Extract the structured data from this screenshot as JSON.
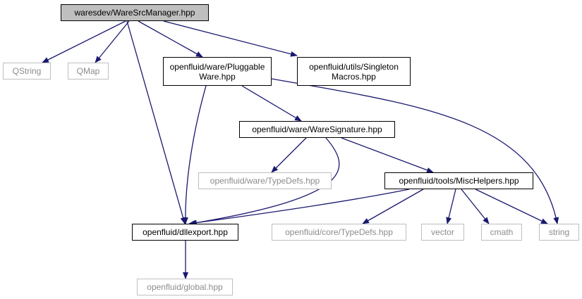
{
  "colors": {
    "edge": "#191970",
    "root_fill": "#bfbfbf",
    "internal_border": "#000000",
    "external_border": "#bfbfbf",
    "external_text": "#8c8c8c"
  },
  "nodes": [
    {
      "id": "root",
      "lines": [
        "waresdev/WareSrcManager.hpp"
      ],
      "kind": "root"
    },
    {
      "id": "qstring",
      "lines": [
        "QString"
      ],
      "kind": "external"
    },
    {
      "id": "qmap",
      "lines": [
        "QMap"
      ],
      "kind": "external"
    },
    {
      "id": "pluggable",
      "lines": [
        "openfluid/ware/Pluggable",
        "Ware.hpp"
      ],
      "kind": "internal"
    },
    {
      "id": "singleton",
      "lines": [
        "openfluid/utils/Singleton",
        "Macros.hpp"
      ],
      "kind": "internal"
    },
    {
      "id": "signature",
      "lines": [
        "openfluid/ware/WareSignature.hpp"
      ],
      "kind": "internal"
    },
    {
      "id": "waretypedefs",
      "lines": [
        "openfluid/ware/TypeDefs.hpp"
      ],
      "kind": "external"
    },
    {
      "id": "mischelpers",
      "lines": [
        "openfluid/tools/MiscHelpers.hpp"
      ],
      "kind": "internal"
    },
    {
      "id": "dllexport",
      "lines": [
        "openfluid/dllexport.hpp"
      ],
      "kind": "internal"
    },
    {
      "id": "coretypedefs",
      "lines": [
        "openfluid/core/TypeDefs.hpp"
      ],
      "kind": "external"
    },
    {
      "id": "vector",
      "lines": [
        "vector"
      ],
      "kind": "external"
    },
    {
      "id": "cmath",
      "lines": [
        "cmath"
      ],
      "kind": "external"
    },
    {
      "id": "string",
      "lines": [
        "string"
      ],
      "kind": "external"
    },
    {
      "id": "global",
      "lines": [
        "openfluid/global.hpp"
      ],
      "kind": "external"
    }
  ],
  "edges": [
    [
      "root",
      "qstring"
    ],
    [
      "root",
      "qmap"
    ],
    [
      "root",
      "pluggable"
    ],
    [
      "root",
      "singleton"
    ],
    [
      "root",
      "dllexport"
    ],
    [
      "pluggable",
      "signature"
    ],
    [
      "pluggable",
      "dllexport"
    ],
    [
      "pluggable",
      "string"
    ],
    [
      "signature",
      "waretypedefs"
    ],
    [
      "signature",
      "mischelpers"
    ],
    [
      "signature",
      "dllexport"
    ],
    [
      "mischelpers",
      "dllexport"
    ],
    [
      "mischelpers",
      "coretypedefs"
    ],
    [
      "mischelpers",
      "vector"
    ],
    [
      "mischelpers",
      "cmath"
    ],
    [
      "mischelpers",
      "string"
    ],
    [
      "dllexport",
      "global"
    ]
  ]
}
